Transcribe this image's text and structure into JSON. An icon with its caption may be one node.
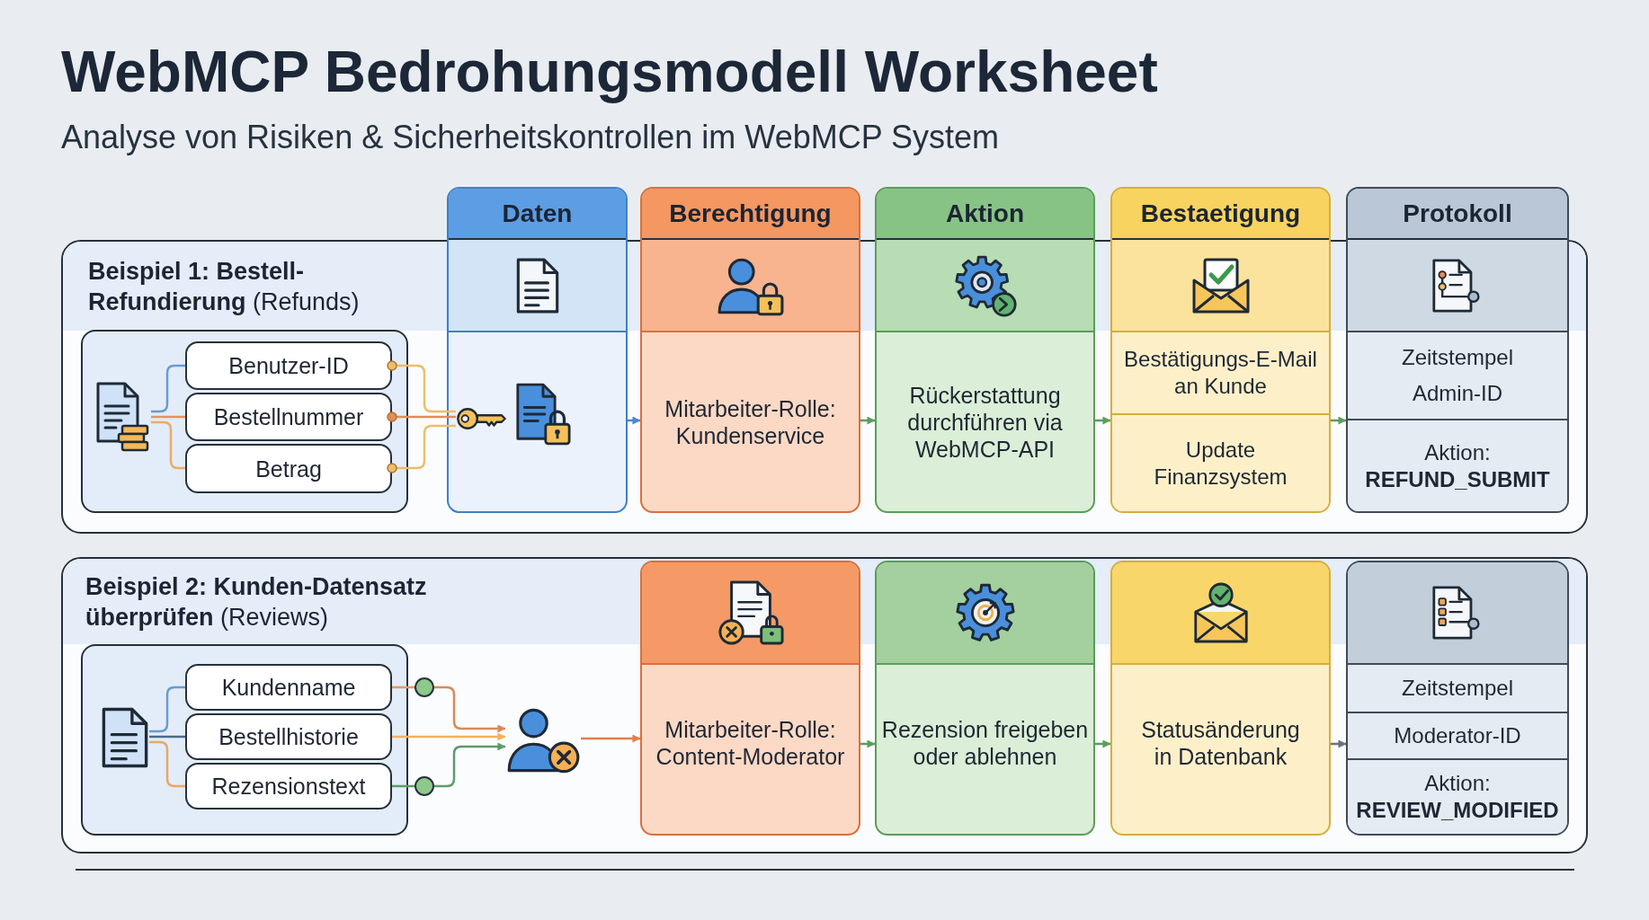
{
  "diagram": {
    "title": "WebMCP Bedrohungsmodell Worksheet",
    "nodes": [
      {
        "text": [
          "**Beispiel 1: Bestell-Refundierung** (Refunds)"
        ]
      },
      {
        "text": [],
        "shape": "box",
        "in": 0
      },
      {
        "text": [],
        "shape": "picture",
        "in": 1
      },
      {
        "text": [
          "Benutzer-ID"
        ],
        "in": 1
      },
      {
        "text": [
          "Bestellnummer"
        ],
        "in": 1
      },
      {
        "text": [
          "Betrag"
        ],
        "in": 1
      },
      {
        "text": [
          "Daten"
        ]
      },
      {
        "text": [],
        "shape": "picture",
        "in": 6
      },
      {
        "text": [
          "Berechtigung",
          "Mitarbeiter-Rolle: Kundenservice"
        ]
      },
      {
        "text": [
          "Aktion",
          "Rückerstattung durchführen via WebMCP-API"
        ]
      },
      {
        "text": [
          "Bestaetigung"
        ]
      },
      {
        "text": [
          "Bestätigungs-E-Mail an Kunde"
        ],
        "in": 10
      },
      {
        "text": [
          "Update Finanzsystem"
        ],
        "in": 10
      },
      {
        "text": [
          "Protokoll"
        ]
      },
      {
        "text": [
          "Zeitstempel",
          "Admin-ID"
        ],
        "in": 13
      },
      {
        "text": [
          "Aktion: **REFUND_SUBMIT**"
        ],
        "in": 13
      },
      {
        "text": [
          "**Beispiel 2: Kunden-Datensatz überprüfen** (Reviews)"
        ]
      },
      {
        "text": [],
        "shape": "box",
        "in": 16
      },
      {
        "text": [],
        "shape": "picture",
        "in": 17
      },
      {
        "text": [
          "Kundenname"
        ],
        "in": 17
      },
      {
        "text": [
          "Bestellhistorie"
        ],
        "in": 17
      },
      {
        "text": [
          "Rezensionstext"
        ],
        "in": 17
      },
      {
        "text": [],
        "shape": "circle",
        "in": 16
      },
      {
        "text": [],
        "shape": "circle",
        "in": 16
      },
      {
        "text": [],
        "shape": "picture",
        "in": 16
      },
      {
        "text": [
          "Mitarbeiter-Rolle: Content-Moderator"
        ],
        "in": 16
      },
      {
        "text": [
          "Rezension freigeben oder ablehnen"
        ],
        "in": 16
      },
      {
        "text": [
          "Statusänderung in Datenbank"
        ],
        "in": 16
      },
      {
        "text": [],
        "shape": "box",
        "in": 16
      },
      {
        "text": [
          "Zeitstempel"
        ],
        "in": 28
      },
      {
        "text": [
          "Moderator-ID"
        ],
        "in": 28
      },
      {
        "text": [
          "Aktion: **REVIEW_MODIFIED**"
        ],
        "in": 28
      }
    ],
    "edges": [
      {
        "from": 2,
        "to": 3,
        "arrow": "none",
        "color": "#6a9bd1"
      },
      {
        "from": 2,
        "to": 4,
        "arrow": "none",
        "color": "#e3935e"
      },
      {
        "from": 2,
        "to": 5,
        "arrow": "none",
        "color": "#e9ad6c"
      },
      {
        "from": 3,
        "to": 7,
        "arrow": "other",
        "color": "#eebd68"
      },
      {
        "from": 4,
        "to": 7,
        "arrow": "other",
        "color": "#e38c5c"
      },
      {
        "from": 5,
        "to": 7,
        "arrow": "other",
        "color": "#eebd68"
      },
      {
        "from": 6,
        "to": 8,
        "arrow": "to",
        "color": "#4f87cf"
      },
      {
        "from": 8,
        "to": 9,
        "arrow": "to"
      },
      {
        "from": 9,
        "to": 10,
        "arrow": "to"
      },
      {
        "from": 10,
        "to": 13,
        "arrow": "to"
      },
      {
        "from": 18,
        "to": 19,
        "arrow": "none",
        "color": "#6a9bd1"
      },
      {
        "from": 18,
        "to": 20,
        "arrow": "none",
        "color": "#4d6a86"
      },
      {
        "from": 18,
        "to": 21,
        "arrow": "none",
        "color": "#e9a867"
      },
      {
        "from": 19,
        "to": 22,
        "arrow": "none",
        "color": "#e39a64"
      },
      {
        "from": 22,
        "to": 24,
        "arrow": "to",
        "color": "#d98a5a"
      },
      {
        "from": 20,
        "to": 24,
        "arrow": "to",
        "color": "#f0b35e"
      },
      {
        "from": 21,
        "to": 23,
        "arrow": "none",
        "color": "#5e9a6b"
      },
      {
        "from": 23,
        "to": 24,
        "arrow": "to",
        "color": "#5e9a6b"
      },
      {
        "from": 24,
        "to": 25,
        "arrow": "to",
        "color": "#e07f4c"
      },
      {
        "from": 25,
        "to": 26,
        "arrow": "to"
      },
      {
        "from": 26,
        "to": 27,
        "arrow": "to"
      },
      {
        "from": 27,
        "to": 28,
        "arrow": "to",
        "color": "#6b7280"
      }
    ],
    "labels": [
      "Analyse von Risiken & Sicherheitskontrollen im WebMCP System"
    ]
  }
}
